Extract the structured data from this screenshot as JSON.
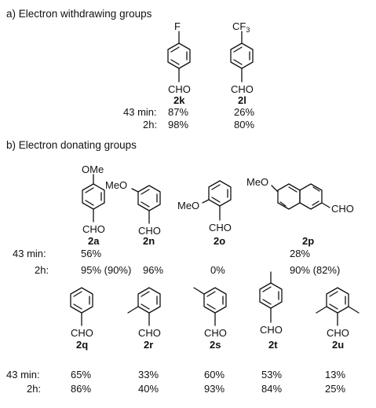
{
  "section_a": {
    "title": "a) Electron withdrawing groups",
    "compounds": [
      {
        "id": "2k",
        "substituent": "F",
        "group": "CHO"
      },
      {
        "id": "2l",
        "substituent": "CF3",
        "group": "CHO"
      }
    ],
    "rows": [
      {
        "label": "43 min:",
        "values": [
          "87%",
          "26%"
        ]
      },
      {
        "label": "2h:",
        "values": [
          "98%",
          "80%"
        ]
      }
    ]
  },
  "section_b": {
    "title": "b) Electron donating groups",
    "compounds": [
      {
        "id": "2a",
        "substituent": "OMe",
        "group": "CHO"
      },
      {
        "id": "2n",
        "substituent": "MeO",
        "group": "CHO"
      },
      {
        "id": "2o",
        "substituent": "MeO",
        "group": "CHO"
      },
      {
        "id": "2p",
        "substituent": "MeO",
        "group": "CHO"
      }
    ],
    "rows": [
      {
        "label": "43 min:",
        "values": [
          "56%",
          "",
          "",
          "28%"
        ]
      },
      {
        "label": "2h:",
        "values": [
          "95% (90%)",
          "96%",
          "0%",
          "90% (82%)"
        ]
      }
    ]
  },
  "section_c": {
    "compounds": [
      {
        "id": "2q",
        "group": "CHO"
      },
      {
        "id": "2r",
        "group": "CHO"
      },
      {
        "id": "2s",
        "group": "CHO"
      },
      {
        "id": "2t",
        "group": "CHO"
      },
      {
        "id": "2u",
        "group": "CHO"
      }
    ],
    "rows": [
      {
        "label": "43 min:",
        "values": [
          "65%",
          "33%",
          "60%",
          "53%",
          "13%"
        ]
      },
      {
        "label": "2h:",
        "values": [
          "86%",
          "40%",
          "93%",
          "84%",
          "25%"
        ]
      }
    ]
  }
}
